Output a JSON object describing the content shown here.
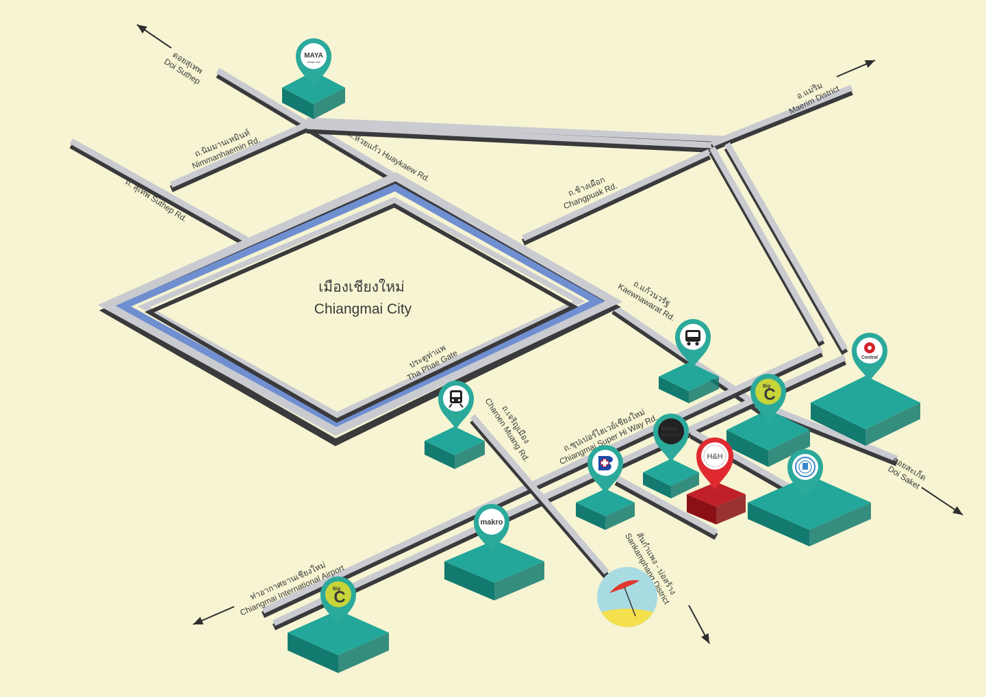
{
  "colors": {
    "background": "#f6f4d2",
    "road_light": "#c9cbd0",
    "road_dark": "#3a3a3c",
    "moat": "#6f8fd1",
    "block_teal_top": "#23a79a",
    "block_teal_side": "#137a70",
    "block_red_top": "#c0202a",
    "block_red_side": "#8a0f16",
    "pin_teal": "#2ba99b",
    "pin_red": "#e02a30"
  },
  "city": {
    "label_th": "เมืองเชียงใหม่",
    "label_en": "Chiangmai City"
  },
  "roads": {
    "doi_suthep": [
      "ดอยสุเทพ",
      "Doi Suthep"
    ],
    "nimmanhaemin": [
      "ถ.นิมมานเหมินท์",
      "Nimmanhaemin Rd."
    ],
    "huaykaew": "ถ.ห้วยแก้ว Huaykaew Rd.",
    "suthep": "ถ. สุเทพ Suthep Rd.",
    "maerim": [
      "อ.แม่ริม",
      "Maerim District"
    ],
    "changpuak": [
      "ถ.ช้างเผือก",
      "Changpuak Rd."
    ],
    "kaewnawarat": [
      "ถ.แก้วนวรัฐ",
      "Kaewnawarat Rd."
    ],
    "tha_phae": [
      "ประตูท่าแพ",
      "Tha Phae Gate"
    ],
    "charoen_muang": [
      "ถ.เจริญเมือง",
      "Charoen Muang Rd."
    ],
    "super_highway": [
      "ถ.ซุปเปอร์ไฮเวย์เชียงใหม่",
      "Chiangmai Super Hi Way Rd."
    ],
    "doi_saket": [
      "ดอยสะเก็ด",
      "Doi Saket"
    ],
    "sankamphang": [
      "สันกำแพง - บ่อสร้าง",
      "Sankamphang District"
    ],
    "airport": [
      "ท่าอากาศยานเชียงใหม่",
      "Chiangmai International Airport"
    ]
  },
  "landmarks": {
    "maya": {
      "name": "MAYA",
      "sub": "lifestyle mall"
    },
    "bus": {
      "icon": "bus-icon"
    },
    "train": {
      "icon": "train-icon"
    },
    "central": {
      "name": "Central"
    },
    "bigc_top": {
      "name": "Big C",
      "top": "Big",
      "letter": "C"
    },
    "bigc_airport": {
      "name": "Big C",
      "top": "Big",
      "letter": "C"
    },
    "index": {
      "top": "Index",
      "bottom": "livingmall"
    },
    "hh": {
      "name": "H&H"
    },
    "hospital": {
      "icon": "hospital-icon"
    },
    "makro": {
      "name": "makro"
    },
    "emblem": {
      "icon": "emblem-icon"
    },
    "umbrella": {
      "icon": "umbrella-icon"
    }
  }
}
